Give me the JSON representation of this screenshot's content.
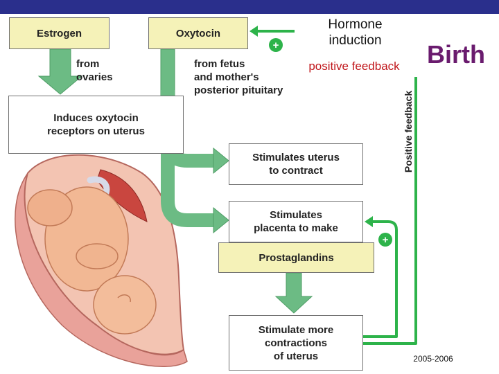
{
  "colors": {
    "top_bar": "#2a2f8c",
    "arrow_green": "#6cbb84",
    "feedback_green": "#2db34a",
    "box_yellow": "#f5f2b8",
    "birth_purple": "#6a1b6e",
    "feedback_red": "#c0161b"
  },
  "boxes": {
    "estrogen": "Estrogen",
    "oxytocin": "Oxytocin",
    "induces": "Induces oxytocin\nreceptors on uterus",
    "stim_uterus": "Stimulates uterus\nto contract",
    "stim_placenta": "Stimulates\nplacenta to make",
    "prostaglandins": "Prostaglandins",
    "stim_more": "Stimulate more\ncontractions\nof uterus"
  },
  "labels": {
    "from_ovaries": "from\novaries",
    "from_fetus": "from fetus\nand mother's\nposterior pituitary",
    "positive_feedback_vertical": "Positive feedback",
    "plus_top": "+",
    "plus_bottom": "+"
  },
  "heading": {
    "hormone_induction": "Hormone\ninduction",
    "positive_feedback": "positive feedback",
    "birth": "Birth"
  },
  "footer": {
    "year": "2005-2006"
  },
  "illustration": {
    "subject": "fetus in uterus"
  }
}
